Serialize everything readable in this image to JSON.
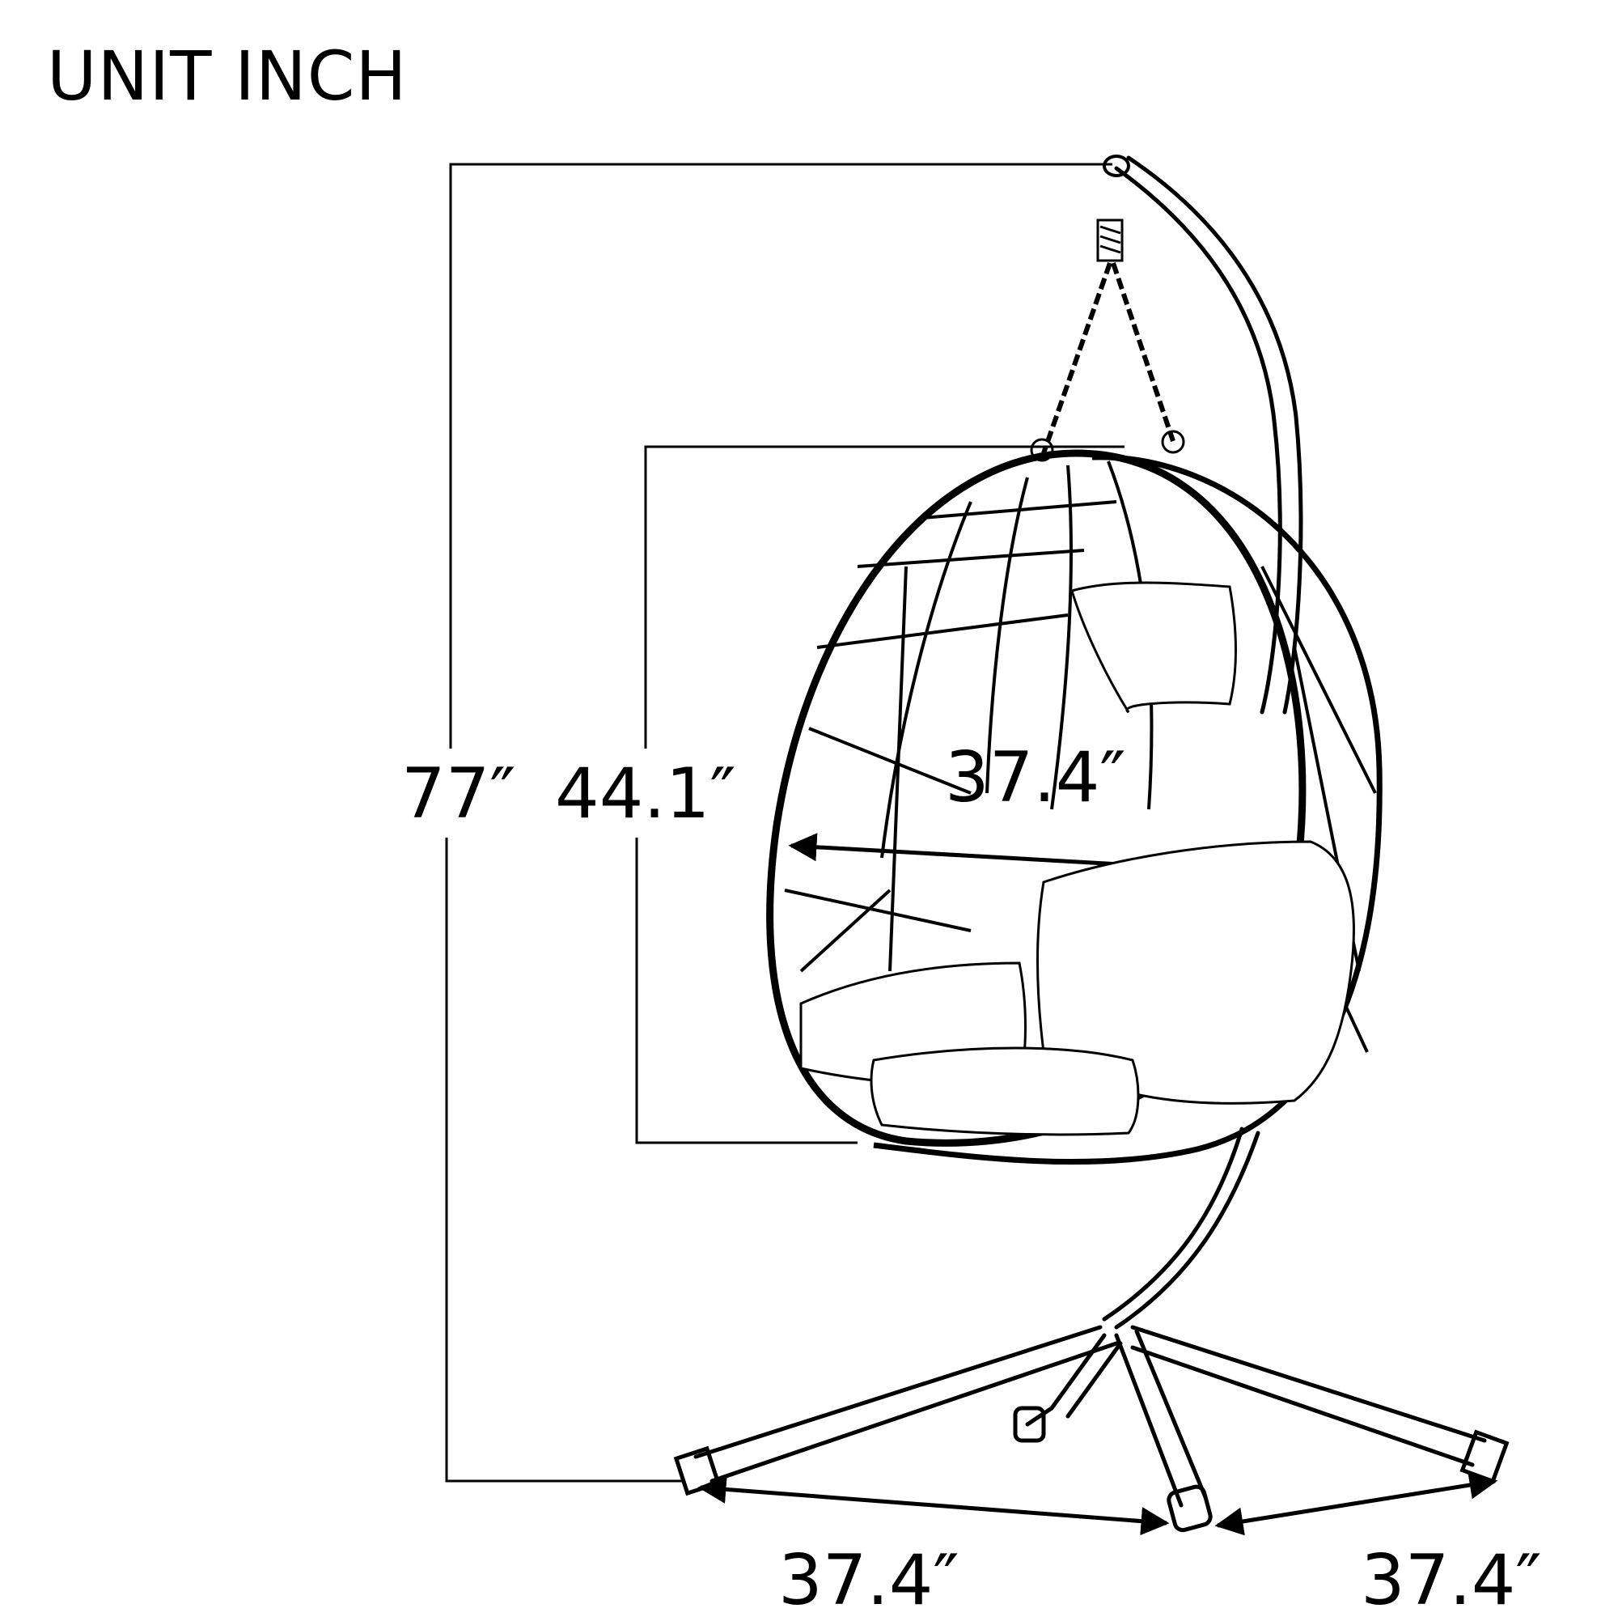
{
  "title": "UNIT INCH",
  "product": "hanging egg chair with stand",
  "dimensions": {
    "overall_height": {
      "value": "77",
      "unit_mark": "″",
      "label": "77″"
    },
    "chair_height": {
      "value": "44.1",
      "unit_mark": "″",
      "label": "44.1″"
    },
    "chair_width": {
      "value": "37.4",
      "unit_mark": "″",
      "label": "37.4″"
    },
    "base_leg_left": {
      "value": "37.4",
      "unit_mark": "″",
      "label": "37.4″"
    },
    "base_leg_right": {
      "value": "37.4",
      "unit_mark": "″",
      "label": "37.4″"
    }
  },
  "colors": {
    "line": "#000000",
    "background": "#ffffff"
  }
}
